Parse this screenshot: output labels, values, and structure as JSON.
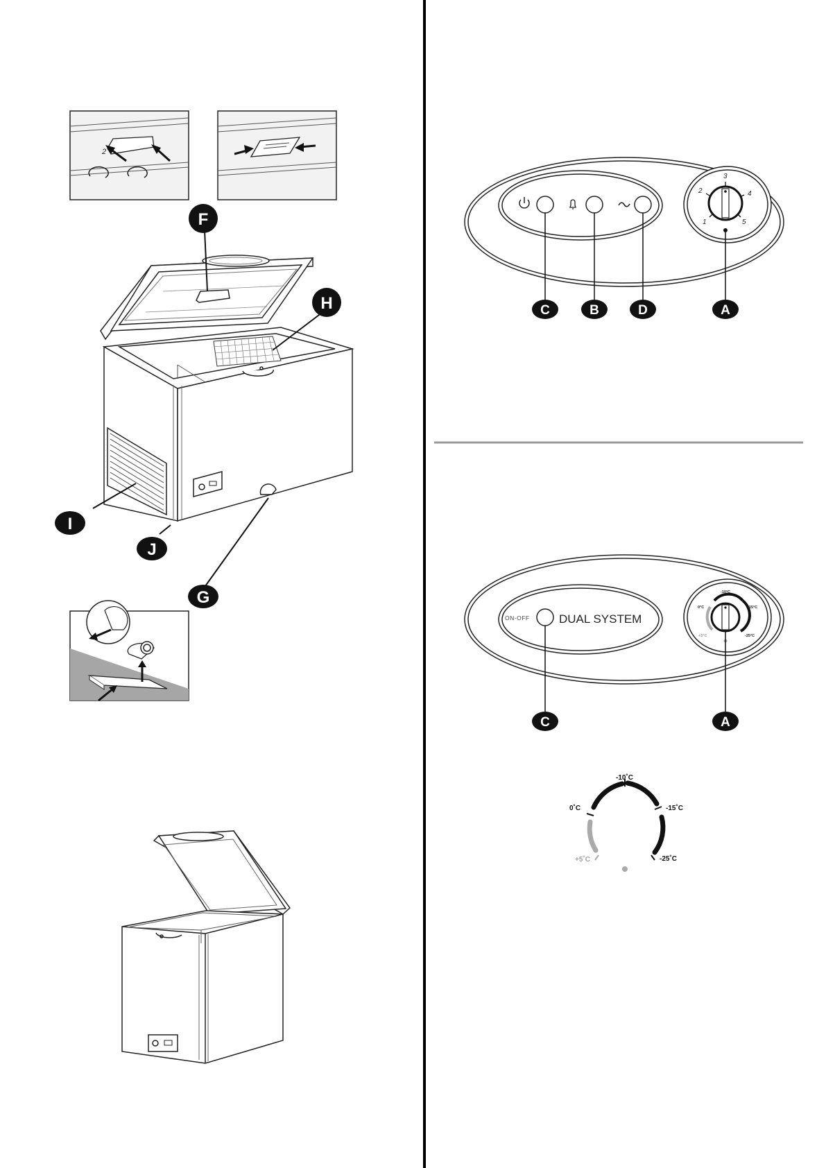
{
  "callouts": {
    "F": "F",
    "H": "H",
    "I": "I",
    "J": "J",
    "G": "G",
    "panel1": {
      "C": "C",
      "B": "B",
      "D": "D",
      "A": "A"
    },
    "panel2": {
      "C": "C",
      "A": "A"
    }
  },
  "panel1": {
    "dial_numbers": [
      "1",
      "2",
      "3",
      "4",
      "5"
    ],
    "buttons": [
      "power-icon",
      "bell-icon",
      "tilde-icon"
    ]
  },
  "panel2": {
    "on_off_label": "ON-OFF",
    "dual_system_label": "DUAL SYSTEM",
    "dial_labels": [
      "-10°C",
      "-15°C",
      "0°C",
      "+5°C",
      "-25°C"
    ]
  },
  "thermostat_scale": {
    "labels": {
      "m10": "-10˚C",
      "m15": "-15˚C",
      "zero": "0˚C",
      "p5": "+5˚C",
      "m25": "-25˚C"
    },
    "colors": {
      "cold": "#111111",
      "warm": "#a8a8a8"
    }
  }
}
